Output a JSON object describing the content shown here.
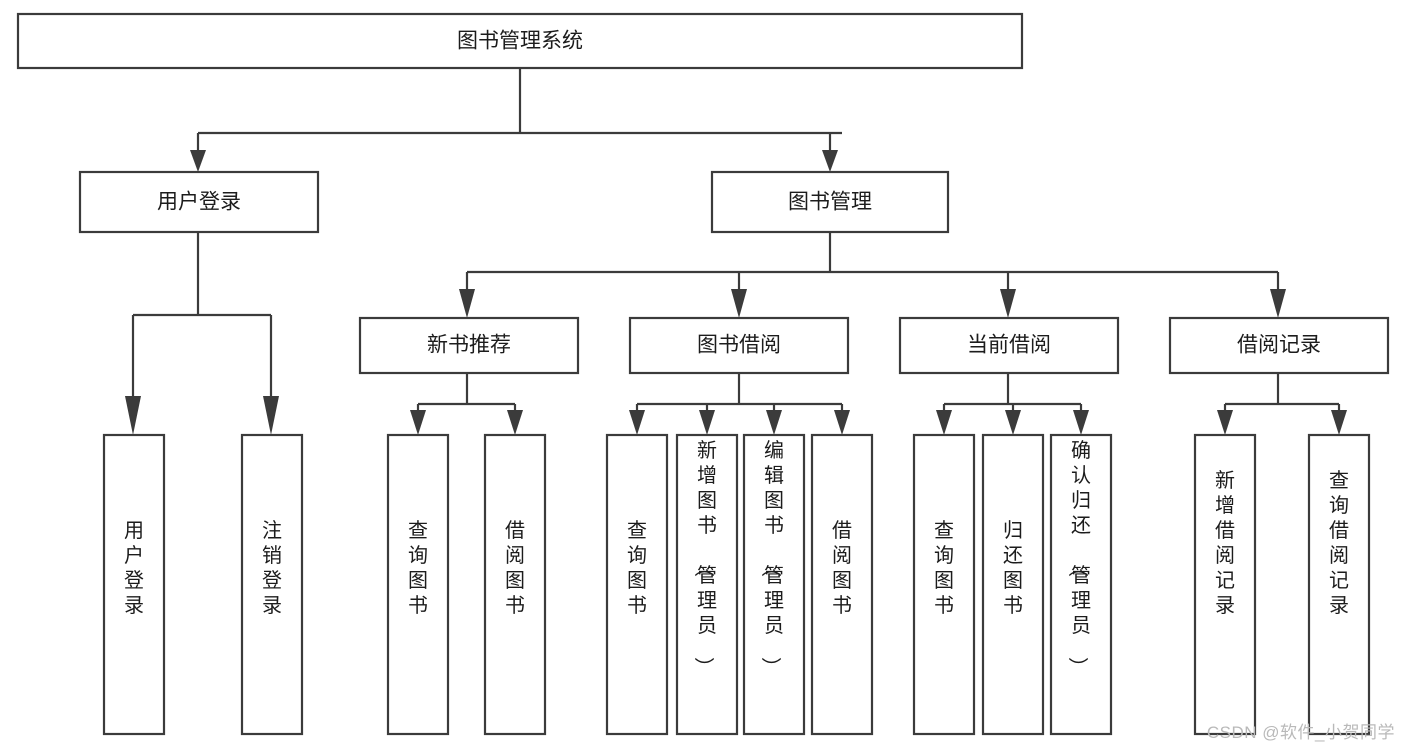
{
  "diagram": {
    "type": "tree",
    "title": "图书管理系统",
    "watermark": "CSDN @软件_小贺同学",
    "colors": {
      "box_stroke": "#3b3b3b",
      "box_fill": "#ffffff",
      "text": "#1c1c1c",
      "background": "#ffffff",
      "watermark": "#b9b9b9"
    },
    "levels": {
      "root": [
        "图书管理系统"
      ],
      "level2": [
        "用户登录",
        "图书管理"
      ],
      "level3": [
        "新书推荐",
        "图书借阅",
        "当前借阅",
        "借阅记录"
      ],
      "leaves": [
        "用户登录",
        "注销登录",
        "查询图书",
        "借阅图书",
        "查询图书",
        "新增图书（管理员）",
        "编辑图书（管理员）",
        "借阅图书",
        "查询图书",
        "归还图书",
        "确认归还（管理员）",
        "新增借阅记录",
        "查询借阅记录"
      ]
    },
    "nodes": {
      "root": {
        "label": "图书管理系统"
      },
      "user_login": {
        "label": "用户登录"
      },
      "book_manage": {
        "label": "图书管理"
      },
      "new_book_rec": {
        "label": "新书推荐"
      },
      "book_borrow": {
        "label": "图书借阅"
      },
      "current_borrow": {
        "label": "当前借阅"
      },
      "borrow_record": {
        "label": "借阅记录"
      },
      "leaf_user_login": {
        "label": "用户登录"
      },
      "leaf_user_logout": {
        "label": "注销登录"
      },
      "leaf_query_book_1": {
        "label": "查询图书"
      },
      "leaf_borrow_book_1": {
        "label": "借阅图书"
      },
      "leaf_query_book_2": {
        "label": "查询图书"
      },
      "leaf_add_book": {
        "label": "新增图书（管理员）"
      },
      "leaf_edit_book": {
        "label": "编辑图书（管理员）"
      },
      "leaf_borrow_book_2": {
        "label": "借阅图书"
      },
      "leaf_query_book_3": {
        "label": "查询图书"
      },
      "leaf_return_book": {
        "label": "归还图书"
      },
      "leaf_confirm_return": {
        "label": "确认归还（管理员）"
      },
      "leaf_add_record": {
        "label": "新增借阅记录"
      },
      "leaf_query_record": {
        "label": "查询借阅记录"
      }
    }
  }
}
